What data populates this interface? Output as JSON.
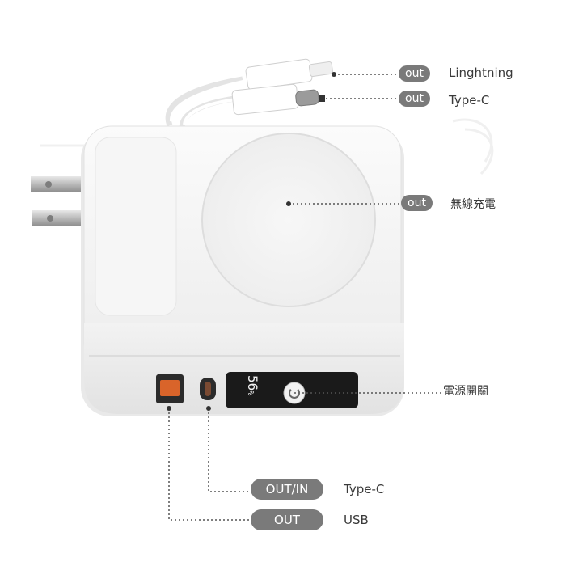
{
  "colors": {
    "pill_bg": "#7a7a7a",
    "pill_text": "#ffffff",
    "label_text": "#3a3a3a",
    "leader_line": "#555555",
    "device_body": "#f4f4f4",
    "display_bg": "#1a1a1a",
    "usb_port_accent": "#d9642a"
  },
  "callouts": {
    "lightning": {
      "tag": "out",
      "label": "Linghtning"
    },
    "type_c_cable": {
      "tag": "out",
      "label": "Type-C"
    },
    "wireless": {
      "tag": "out",
      "label": "無線充電"
    },
    "power_switch": {
      "label": "電源開關"
    },
    "port_type_c": {
      "tag": "OUT/IN",
      "label": "Type-C"
    },
    "port_usb": {
      "tag": "OUT",
      "label": "USB"
    }
  },
  "display": {
    "readout": "56",
    "unit": "%"
  },
  "icons": [
    "power-icon",
    "ac-plug-prongs",
    "usb-a-port",
    "usb-c-port",
    "wireless-charging-pad",
    "lightning-cable",
    "type-c-cable"
  ]
}
